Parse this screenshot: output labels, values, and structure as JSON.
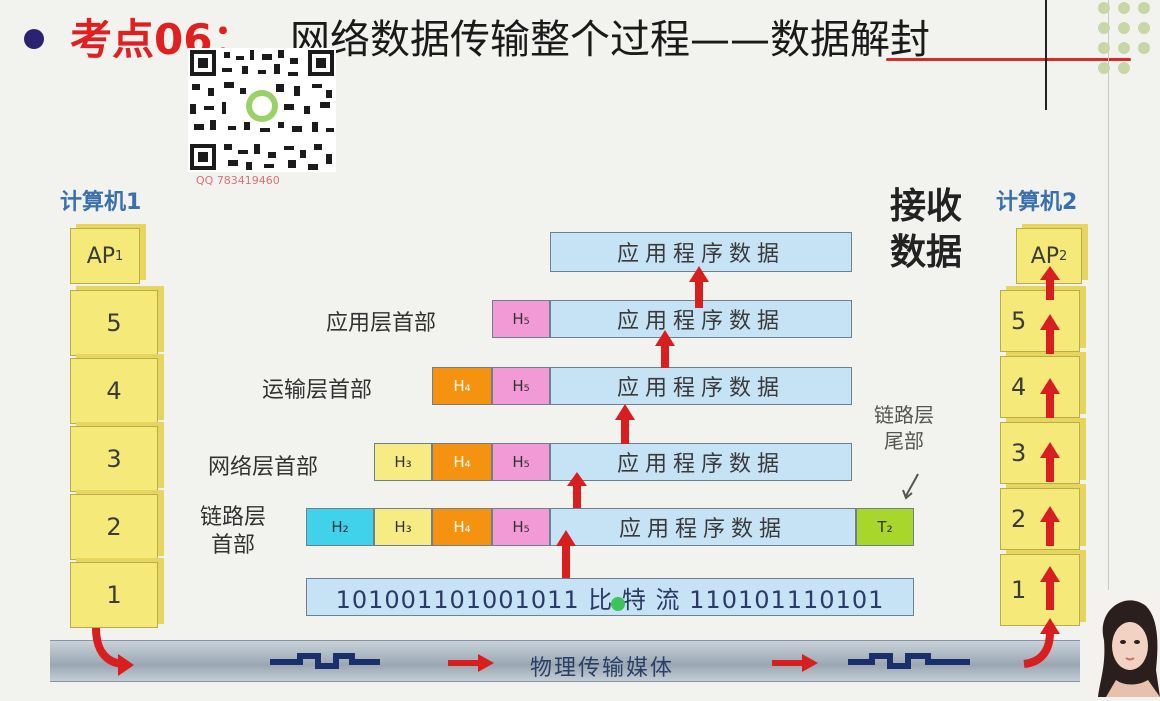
{
  "header": {
    "title_prefix": "考点06：",
    "title_main": "网络数据传输整个过程——数据解封"
  },
  "watermark": {
    "caption": "QQ 783419460",
    "top_text": ""
  },
  "computer1": {
    "label": "计算机1",
    "ap_label": "AP",
    "ap_sub": "1",
    "layers": [
      "5",
      "4",
      "3",
      "2",
      "1"
    ]
  },
  "computer2": {
    "label": "计算机2",
    "ap_label": "AP",
    "ap_sub": "2",
    "layers": [
      "5",
      "4",
      "3",
      "2",
      "1"
    ]
  },
  "receive_label": [
    "接收",
    "数据"
  ],
  "data_text": "应用程序数据",
  "rows": {
    "app": {
      "label": "应用层首部",
      "headers": [
        "H₅"
      ]
    },
    "transport": {
      "label": "运输层首部",
      "headers": [
        "H₄",
        "H₅"
      ]
    },
    "network": {
      "label": "网络层首部",
      "headers": [
        "H₃",
        "H₄",
        "H₅"
      ]
    },
    "link": {
      "label_lines": [
        "链路层",
        "首部"
      ],
      "headers": [
        "H₂",
        "H₃",
        "H₄",
        "H₅"
      ],
      "trailer": "T₂"
    }
  },
  "link_tail_label": [
    "链路层",
    "尾部"
  ],
  "bitstream": "101001101001011 比 特 流 110101110101",
  "medium_label": "物理传输媒体",
  "colors": {
    "title_red": "#e02020",
    "data_blue": "#c6e2f5",
    "header_pink": "#f29ad6",
    "header_orange": "#f5920f",
    "header_yellow": "#f6ec83",
    "header_cyan": "#3fd2ea",
    "trailer_green": "#a8d62a",
    "layer_yellow": "#f5e97a",
    "arrow_red": "#d81e1e"
  }
}
